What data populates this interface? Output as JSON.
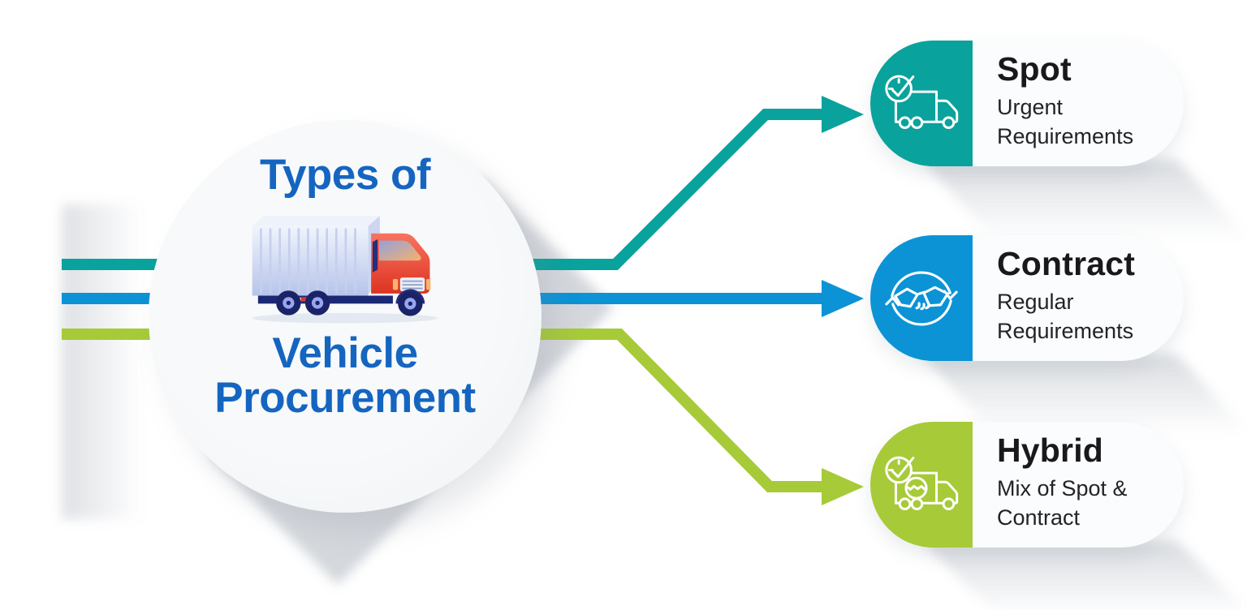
{
  "palette": {
    "teal": "#0aa29c",
    "blue": "#0b93d6",
    "green": "#a7ca38",
    "heading_blue": "#1565c0",
    "hub_bg": "#f4f6f8",
    "card_bg": "#fbfcfd",
    "text_dark": "#19191b"
  },
  "hub": {
    "title_top": "Types of",
    "title_line2": "Vehicle",
    "title_line3": "Procurement",
    "image": "delivery-truck-illustration"
  },
  "branches": [
    {
      "id": "spot",
      "title": "Spot",
      "subtitle": "Urgent Requirements",
      "color": "#0aa29c",
      "icon": "clock-check-truck-icon"
    },
    {
      "id": "contract",
      "title": "Contract",
      "subtitle": "Regular Requirements",
      "color": "#0b93d6",
      "icon": "handshake-cycle-icon"
    },
    {
      "id": "hybrid",
      "title": "Hybrid",
      "subtitle": "Mix of Spot & Contract",
      "color": "#a7ca38",
      "icon": "clock-check-handshake-truck-icon"
    }
  ]
}
